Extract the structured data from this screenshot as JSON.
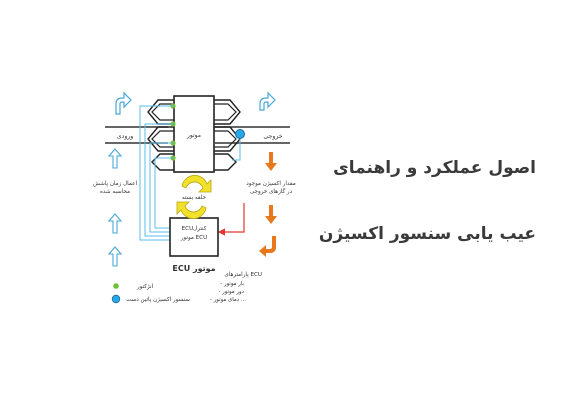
{
  "diagram": {
    "labels": {
      "inlet": "ورودی",
      "outlet": "خروجی",
      "engine": "موتور",
      "closed_loop": "حلقه بسته",
      "ecu_box": "ECU موتور",
      "ecu_control_line1": "ECUکنترل",
      "ecu_control_line2": "موتور ECU",
      "apply_time_line1": "اعمال زمان پاشش",
      "apply_time_line2": "محاسبه شده",
      "oxygen_amount_line1": "مقدار اکسیژن موجود",
      "oxygen_amount_line2": "در گازهای خروجی",
      "ecu_params_title": "پارامترهای ECU",
      "ecu_param_1": "- بار موتور",
      "ecu_param_2": "- دور موتور",
      "ecu_param_3": "- دمای موتور ..."
    },
    "legend": {
      "injector": "انژکتور",
      "oxygen_sensor": "سنسور اکسیژن پائین دست"
    },
    "colors": {
      "pipe_stroke": "#333333",
      "signal_line_blue": "#5bbde8",
      "signal_line_red": "#e0382e",
      "arrow_orange": "#e8781c",
      "arrow_outline_blue": "#4aa8d8",
      "cycle_yellow": "#f2e12b",
      "injector_green": "#6fbf3a",
      "sensor_blue": "#2aa7e8"
    }
  },
  "titles": {
    "line1": "اصول عملکرد و راهنمای",
    "line2": "عیب یابی سنسور اکسیژن"
  }
}
